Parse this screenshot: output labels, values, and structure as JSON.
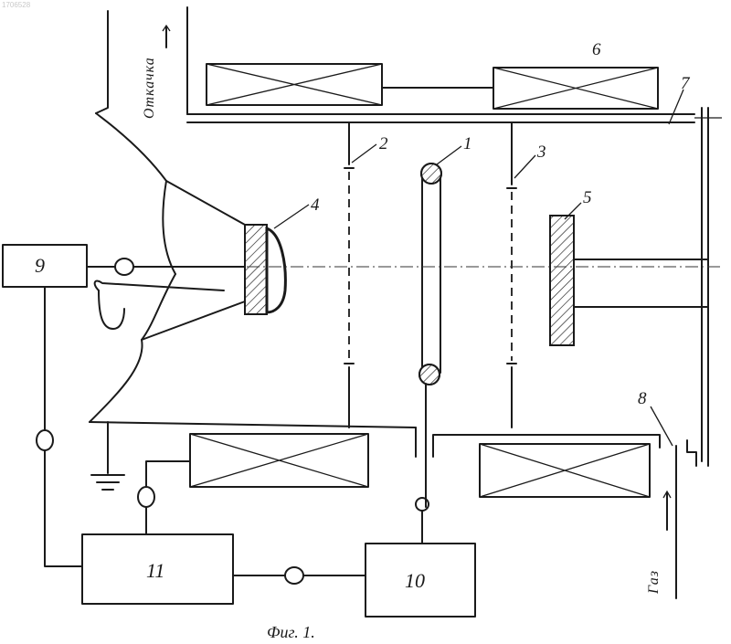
{
  "doc_id": "1706528",
  "caption": "Фиг. 1.",
  "pump_label": "Откачка",
  "gas_label": "Газ",
  "labels": {
    "l1": "1",
    "l2": "2",
    "l3": "3",
    "l4": "4",
    "l5": "5",
    "l6": "6",
    "l7": "7",
    "l8": "8"
  },
  "blocks": {
    "b9": "9",
    "b10": "10",
    "b11": "11"
  }
}
